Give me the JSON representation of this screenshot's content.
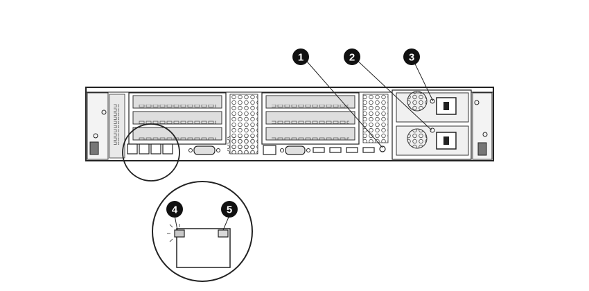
{
  "callouts": [
    {
      "id": "1",
      "label": "1"
    },
    {
      "id": "2",
      "label": "2"
    },
    {
      "id": "3",
      "label": "3"
    },
    {
      "id": "4",
      "label": "4"
    },
    {
      "id": "5",
      "label": "5"
    }
  ],
  "colors": {
    "line": "#222222",
    "callout_fill": "#111111",
    "callout_text": "#ffffff",
    "light_gray": "#d9d9d9",
    "mid_gray": "#a6a6a6",
    "dark_gray": "#555555",
    "led_amber": "#c8c8c8"
  }
}
